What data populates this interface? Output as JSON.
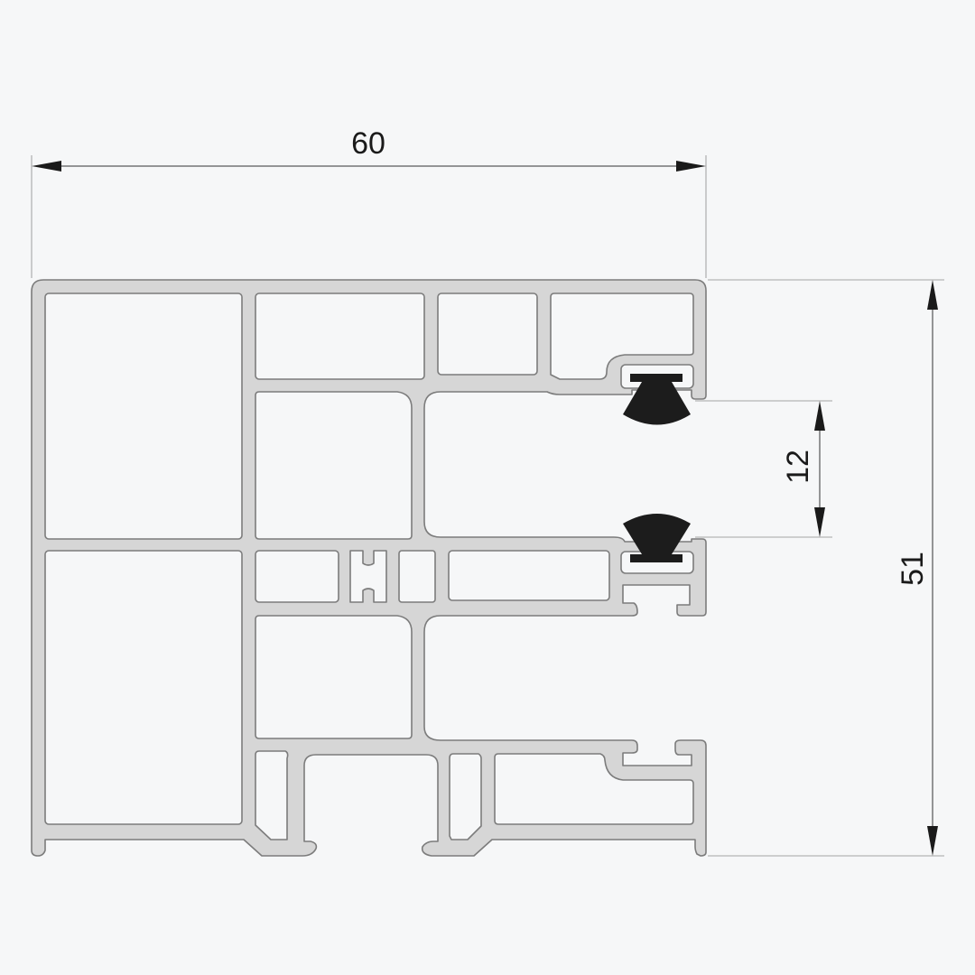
{
  "diagram": {
    "dimensions": {
      "width": "60",
      "gap": "12",
      "height": "51"
    },
    "colors": {
      "background": "#f6f7f8",
      "profile": "#d6d6d6",
      "outline": "#7c7c7c",
      "gasket": "#1c1c1c"
    }
  }
}
